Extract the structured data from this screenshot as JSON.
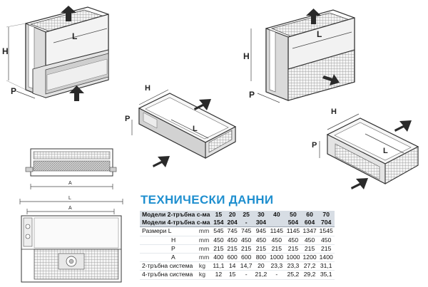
{
  "labels": {
    "unit1": {
      "h": "H",
      "p": "P",
      "l": "L"
    },
    "unit2": {
      "h": "H",
      "p": "P",
      "l": "L"
    },
    "unit3": {
      "h": "H",
      "p": "P",
      "l": "L"
    },
    "unit4": {
      "h": "H",
      "p": "P",
      "l": "L"
    },
    "side_view": {
      "a": "A"
    },
    "front_view": {
      "l": "L",
      "a": "A"
    }
  },
  "specs": {
    "title": "ТЕХНИЧЕСКИ ДАННИ",
    "header_rows": [
      {
        "label": "Модели 2-тръбна с-ма",
        "models": [
          "15",
          "20",
          "25",
          "30",
          "40",
          "50",
          "60",
          "70"
        ]
      },
      {
        "label": "Модели 4-тръбна с-ма",
        "models": [
          "154",
          "204",
          "-",
          "304",
          "",
          "504",
          "604",
          "704"
        ]
      }
    ],
    "rows": [
      {
        "label": "Размери L",
        "unit": "mm",
        "values": [
          "545",
          "745",
          "745",
          "945",
          "1145",
          "1145",
          "1347",
          "1545"
        ]
      },
      {
        "label": "H",
        "unit": "mm",
        "values": [
          "450",
          "450",
          "450",
          "450",
          "450",
          "450",
          "450",
          "450"
        ]
      },
      {
        "label": "P",
        "unit": "mm",
        "values": [
          "215",
          "215",
          "215",
          "215",
          "215",
          "215",
          "215",
          "215"
        ]
      },
      {
        "label": "A",
        "unit": "mm",
        "values": [
          "400",
          "600",
          "600",
          "800",
          "1000",
          "1000",
          "1200",
          "1400"
        ]
      },
      {
        "label": "2-тръбна система",
        "unit": "kg",
        "values": [
          "11,1",
          "14",
          "14,7",
          "20",
          "23,3",
          "23,3",
          "27,2",
          "31,1"
        ]
      },
      {
        "label": "4-тръбна система",
        "unit": "kg",
        "values": [
          "12",
          "15",
          "-",
          "21,2",
          "-",
          "25,2",
          "29,2",
          "35,1"
        ]
      }
    ]
  }
}
